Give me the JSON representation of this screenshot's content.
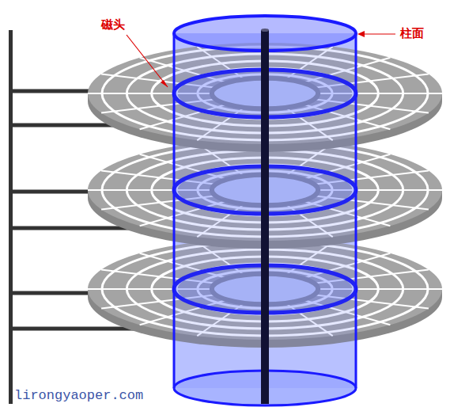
{
  "diagram": {
    "labels": [
      "磁头",
      "柱面",
      "lirongyaoper.com"
    ]
  }
}
